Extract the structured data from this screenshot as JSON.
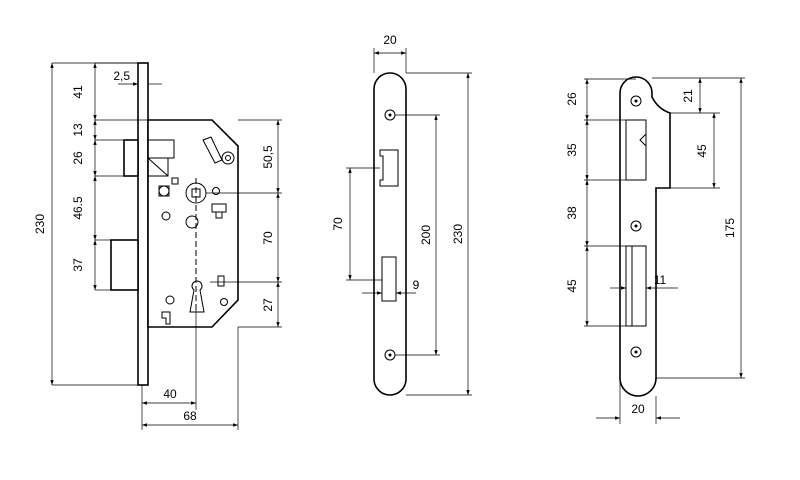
{
  "views": {
    "lock_body": {
      "dims": {
        "faceplate_thickness": "2,5",
        "top_offset": "41",
        "latch_top": "13",
        "latch_height": "26",
        "spindle_to_bolt": "46.5",
        "bolt_height": "37",
        "overall_height": "230",
        "spindle_to_top": "50,5",
        "centre_distance": "70",
        "key_to_bottom": "27",
        "backset": "40",
        "case_depth": "68"
      }
    },
    "faceplate": {
      "dims": {
        "width": "20",
        "centre_distance": "70",
        "screw_pitch": "200",
        "length": "230",
        "bolt_width": "9"
      }
    },
    "strike_plate": {
      "dims": {
        "top_offset": "26",
        "latch_opening": "35",
        "gap": "38",
        "bolt_opening": "45",
        "lip_top": "21",
        "lip_height": "45",
        "opening_width": "11",
        "length": "175",
        "width": "20"
      }
    }
  },
  "colors": {
    "line": "#000000",
    "background": "#ffffff"
  }
}
